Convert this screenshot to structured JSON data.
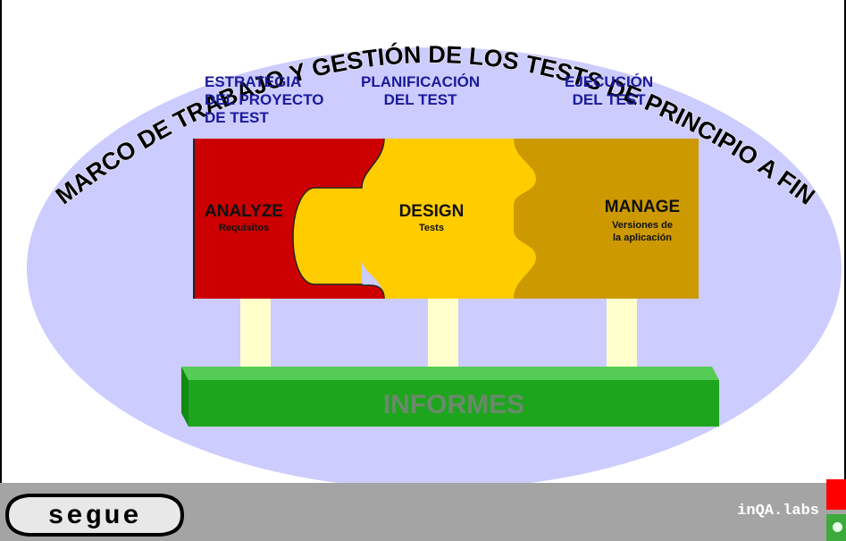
{
  "diagram": {
    "arc_title": "MARCO DE TRABAJO Y GESTIÓN DE LOS TESTS DE PRINCIPIO A FIN",
    "headers": [
      {
        "line1": "ESTRATEGIA",
        "line2": "DEL PROYECTO",
        "line3": "DE TEST"
      },
      {
        "line1": "PLANIFICACIÓN",
        "line2": "DEL TEST"
      },
      {
        "line1": "EJECUCIÓN",
        "line2": "DEL TEST"
      }
    ],
    "pieces": [
      {
        "title": "ANALYZE",
        "subtitle": "Requisitos",
        "color": "#cc0000"
      },
      {
        "title": "DESIGN",
        "subtitle": "Tests",
        "color": "#ffcc00"
      },
      {
        "title": "MANAGE",
        "subtitle_line1": "Versiones de",
        "subtitle_line2": "la aplicación",
        "color": "#cc9900"
      }
    ],
    "base_label": "INFORMES",
    "colors": {
      "ellipse": "#ccccff",
      "base": "#1ea51e",
      "pillar": "#ffffcc",
      "header_text": "#1a1a9a"
    }
  },
  "footer": {
    "logo_text": "segue",
    "brand": "inQA.labs"
  }
}
